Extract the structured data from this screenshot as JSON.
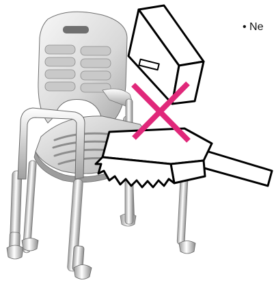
{
  "caption": {
    "text": "• Ne"
  },
  "colors": {
    "prohibition_mark": "#e0287a",
    "outline": "#000000",
    "chair_light": "#f2f2f2",
    "chair_mid": "#c8c8c8",
    "chair_dark": "#8f8f8f"
  },
  "icons": [
    "chair-image",
    "brush-image",
    "box-image",
    "prohibition-x-icon"
  ]
}
